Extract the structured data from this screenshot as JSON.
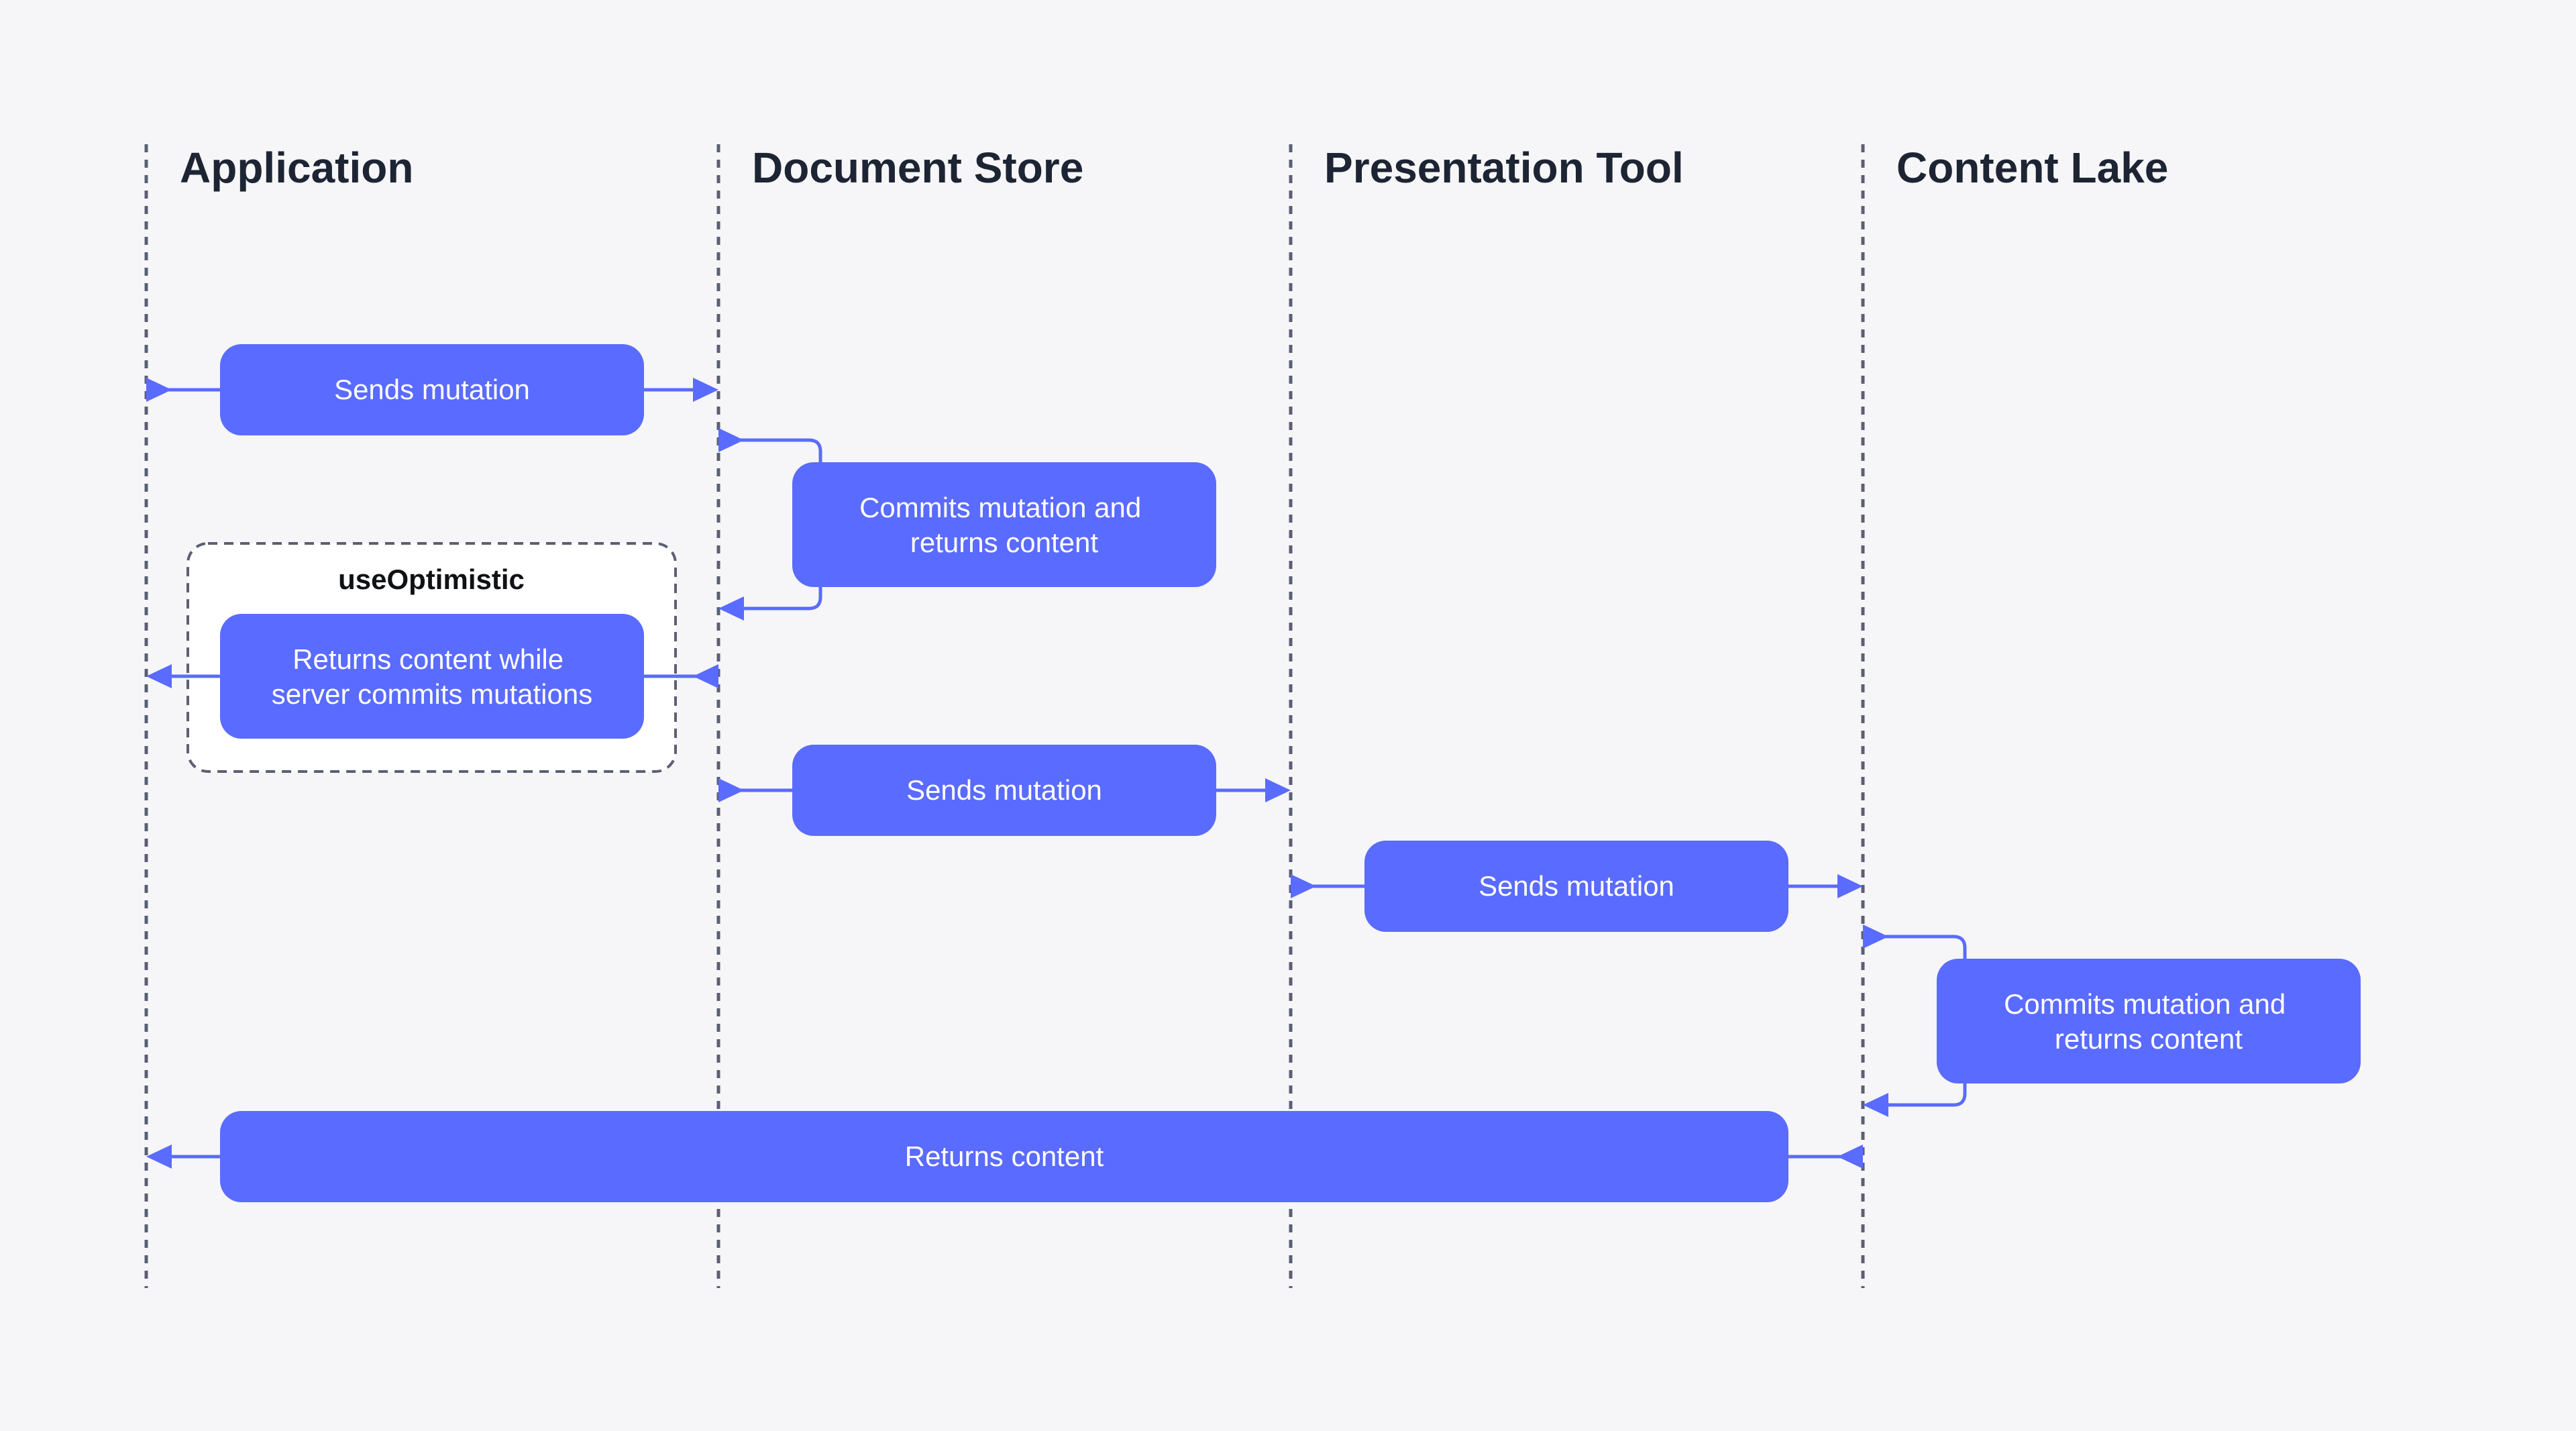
{
  "colors": {
    "background": "#f6f6f8",
    "accent": "#5a6bff",
    "lifeline": "#5b5f73",
    "title_text": "#1d2433",
    "box_text": "#ffffff"
  },
  "lanes": [
    {
      "id": "app",
      "title": "Application"
    },
    {
      "id": "store",
      "title": "Document Store"
    },
    {
      "id": "presentation",
      "title": "Presentation Tool"
    },
    {
      "id": "lake",
      "title": "Content Lake"
    }
  ],
  "group": {
    "label": "useOptimistic"
  },
  "steps": [
    {
      "id": "step1",
      "lines": [
        "Sends mutation"
      ],
      "from": "app",
      "to": "store",
      "kind": "forward"
    },
    {
      "id": "step2",
      "lines": [
        "Commits mutation and",
        "returns content"
      ],
      "lane": "store",
      "kind": "self"
    },
    {
      "id": "step3",
      "lines": [
        "Returns content while",
        "server commits mutations"
      ],
      "from": "store",
      "to": "app",
      "kind": "backward",
      "in_group": true
    },
    {
      "id": "step4",
      "lines": [
        "Sends mutation"
      ],
      "from": "store",
      "to": "presentation",
      "kind": "forward"
    },
    {
      "id": "step5",
      "lines": [
        "Sends mutation"
      ],
      "from": "presentation",
      "to": "lake",
      "kind": "forward"
    },
    {
      "id": "step6",
      "lines": [
        "Commits mutation and",
        "returns content"
      ],
      "lane": "lake",
      "kind": "self"
    },
    {
      "id": "step7",
      "lines": [
        "Returns content"
      ],
      "from": "lake",
      "to": "app",
      "kind": "backward"
    }
  ]
}
